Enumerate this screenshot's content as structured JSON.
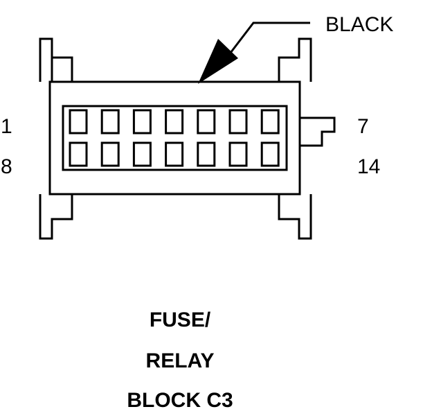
{
  "callout": {
    "label": "BLACK"
  },
  "pin_labels": {
    "top_left": "1",
    "bottom_left": "8",
    "top_right": "7",
    "bottom_right": "14"
  },
  "connector": {
    "rows": 2,
    "cavities_per_row": 7,
    "color": "BLACK"
  },
  "caption": {
    "line1": "FUSE/",
    "line2": "RELAY",
    "line3": "BLOCK C3"
  },
  "colors": {
    "ink": "#000000",
    "background": "#ffffff"
  }
}
